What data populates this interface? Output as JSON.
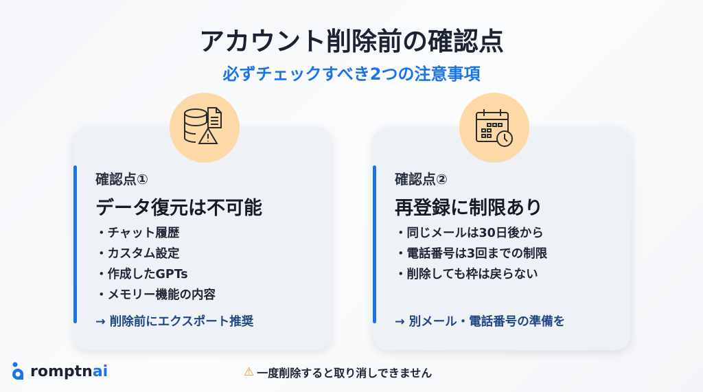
{
  "title": "アカウント削除前の確認点",
  "subtitle": "必ずチェックすべき2つの注意事項",
  "cards": [
    {
      "label": "確認点①",
      "heading": "データ復元は不可能",
      "items": [
        "・チャット履歴",
        "・カスタム設定",
        "・作成したGPTs",
        "・メモリー機能の内容"
      ],
      "note": "→ 削除前にエクスポート推奨",
      "icon": "database-document-warning-icon"
    },
    {
      "label": "確認点②",
      "heading": "再登録に制限あり",
      "items": [
        "・同じメールは30日後から",
        "・電話番号は3回までの制限",
        "・削除しても枠は戻らない"
      ],
      "note": "→ 別メール・電話番号の準備を",
      "icon": "calendar-clock-icon"
    }
  ],
  "footer": {
    "warning": "一度削除すると取り消しできません"
  },
  "logo": {
    "text_main": "romptn",
    "text_accent": "ai"
  },
  "colors": {
    "accent": "#1a73e8",
    "icon_bg": "#fcd9a6",
    "warning": "#f0922b"
  }
}
